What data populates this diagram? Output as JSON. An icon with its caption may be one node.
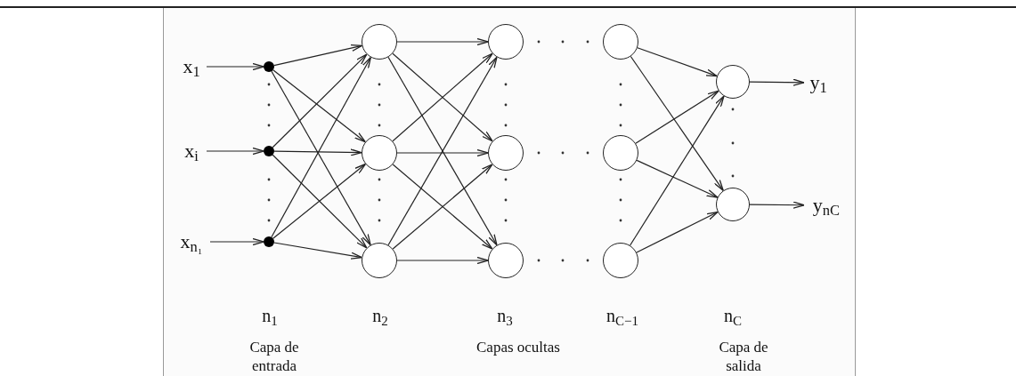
{
  "diagram": {
    "nodes": [
      {
        "text": [
          "x$_{1}$"
        ]
      },
      {
        "text": [
          "x$_{i}$"
        ]
      },
      {
        "text": [
          "x$_{n₁}$"
        ]
      },
      {
        "text": [],
        "shape": "dot"
      },
      {
        "text": [],
        "shape": "dot"
      },
      {
        "text": [],
        "shape": "dot"
      },
      {
        "text": [],
        "shape": "circle"
      },
      {
        "text": [],
        "shape": "circle"
      },
      {
        "text": [],
        "shape": "circle"
      },
      {
        "text": [],
        "shape": "circle"
      },
      {
        "text": [],
        "shape": "circle"
      },
      {
        "text": [],
        "shape": "circle"
      },
      {
        "text": [],
        "shape": "circle"
      },
      {
        "text": [],
        "shape": "circle"
      },
      {
        "text": [],
        "shape": "circle"
      },
      {
        "text": [],
        "shape": "circle"
      },
      {
        "text": [],
        "shape": "circle"
      },
      {
        "text": [
          "y$_{1}$"
        ]
      },
      {
        "text": [
          "y$_{nC}$"
        ]
      }
    ],
    "edges": [
      {
        "from": 0,
        "to": 3,
        "arrow": "to"
      },
      {
        "from": 1,
        "to": 4,
        "arrow": "to"
      },
      {
        "from": 2,
        "to": 5,
        "arrow": "to"
      },
      {
        "from": 3,
        "to": 6,
        "arrow": "to"
      },
      {
        "from": 3,
        "to": 7,
        "arrow": "to"
      },
      {
        "from": 3,
        "to": 8,
        "arrow": "to"
      },
      {
        "from": 4,
        "to": 6,
        "arrow": "to"
      },
      {
        "from": 4,
        "to": 7,
        "arrow": "to"
      },
      {
        "from": 4,
        "to": 8,
        "arrow": "to"
      },
      {
        "from": 5,
        "to": 6,
        "arrow": "to"
      },
      {
        "from": 5,
        "to": 7,
        "arrow": "to"
      },
      {
        "from": 5,
        "to": 8,
        "arrow": "to"
      },
      {
        "from": 6,
        "to": 9,
        "arrow": "to"
      },
      {
        "from": 6,
        "to": 10,
        "arrow": "to"
      },
      {
        "from": 6,
        "to": 11,
        "arrow": "to"
      },
      {
        "from": 7,
        "to": 9,
        "arrow": "to"
      },
      {
        "from": 7,
        "to": 10,
        "arrow": "to"
      },
      {
        "from": 7,
        "to": 11,
        "arrow": "to"
      },
      {
        "from": 8,
        "to": 9,
        "arrow": "to"
      },
      {
        "from": 8,
        "to": 10,
        "arrow": "to"
      },
      {
        "from": 8,
        "to": 11,
        "arrow": "to"
      },
      {
        "from": 12,
        "to": 15,
        "arrow": "to"
      },
      {
        "from": 12,
        "to": 16,
        "arrow": "to"
      },
      {
        "from": 13,
        "to": 15,
        "arrow": "to"
      },
      {
        "from": 13,
        "to": 16,
        "arrow": "to"
      },
      {
        "from": 14,
        "to": 15,
        "arrow": "to"
      },
      {
        "from": 14,
        "to": 16,
        "arrow": "to"
      },
      {
        "from": 15,
        "to": 17,
        "arrow": "to"
      },
      {
        "from": 16,
        "to": 18,
        "arrow": "to"
      }
    ],
    "labels": [
      "n$_{1}$",
      "n$_{2}$",
      "n$_{3}$",
      "n$_{C−1}$",
      "n$_{C}$",
      "Capa de entrada",
      "Capas ocultas",
      "Capa de salida"
    ]
  }
}
